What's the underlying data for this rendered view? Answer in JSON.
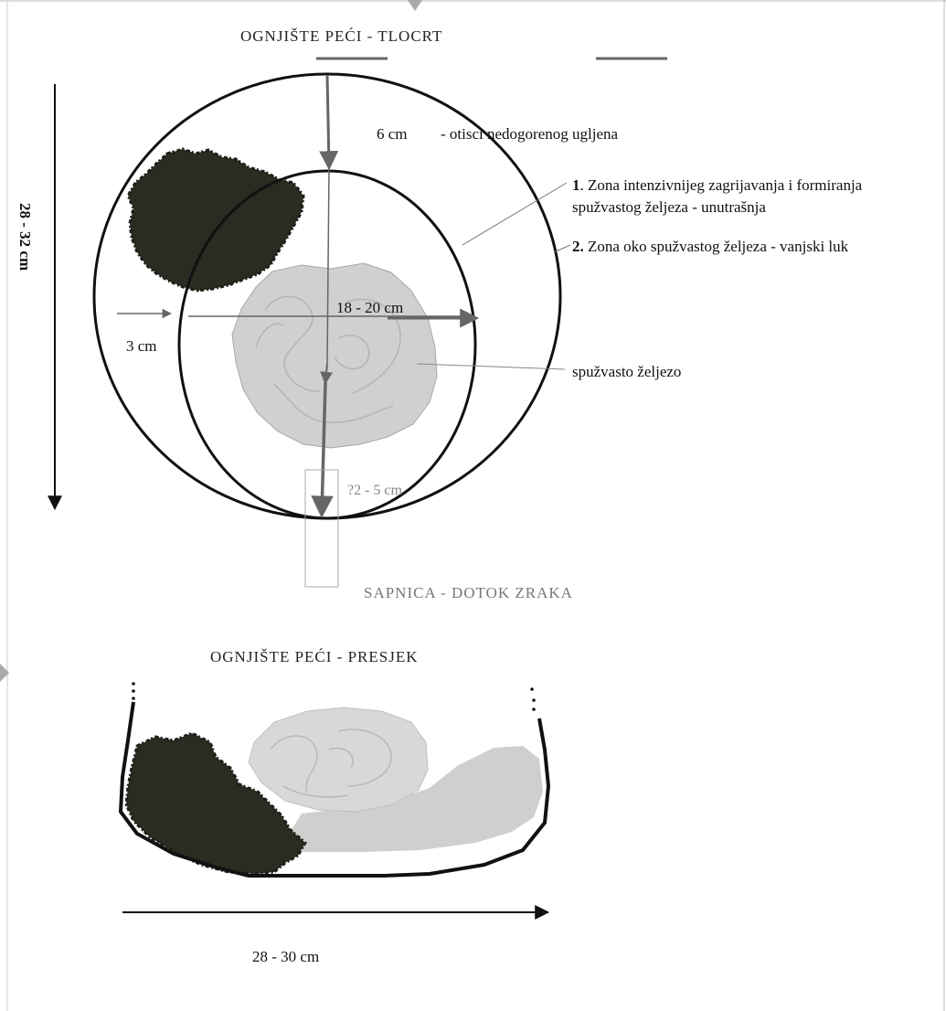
{
  "plan": {
    "title": "OGNJIŠTE PEĆI - TLOCRT",
    "height_dimension": "28 - 32 cm",
    "dim_6cm": "6 cm",
    "charcoal_note": "- otisci nedogorenog ugljena",
    "zone1_number": "1",
    "zone1_line1": ". Zona intenzivnijeg zagrijavanja i formiranja",
    "zone1_line2": "spužvastog željeza - unutrašnja",
    "zone2_number": "2.",
    "zone2_text": " Zona oko spužvastog željeza - vanjski luk",
    "dim_18_20": "18 - 20 cm",
    "dim_3cm": "3 cm",
    "sponge_iron_label": "spužvasto željezo",
    "dim_2_5": "?2 - 5 cm",
    "nozzle_label": "SAPNICA - DOTOK ZRAKA"
  },
  "section": {
    "title": "OGNJIŠTE PEĆI - PRESJEK",
    "width_dimension": "28 - 30 cm"
  },
  "colors": {
    "charcoal": "#2b2b22",
    "sponge_iron": "#d0d0d0",
    "arrow_gray": "#666666"
  }
}
